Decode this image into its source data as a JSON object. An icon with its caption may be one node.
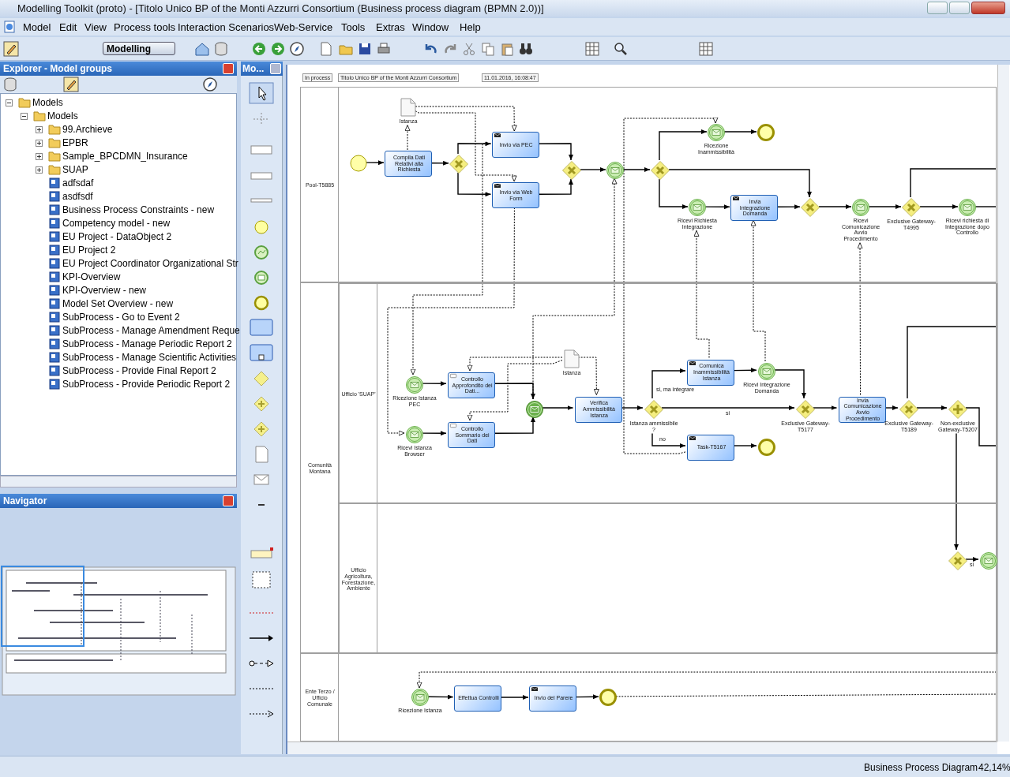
{
  "diagram": {
    "nodes": [
      {
        "text": [
          "Pool-T5885"
        ]
      },
      {
        "text": [
          "Comunità Montana"
        ]
      },
      {
        "text": [
          "Ufficio 'SUAP'"
        ],
        "in": 1
      },
      {
        "text": [
          "Ufficio Agricoltura, Forestazione, Ambiente"
        ],
        "in": 1
      },
      {
        "text": [
          "Ente Terzo / Ufficio Comunale"
        ]
      },
      {
        "text": [],
        "shape": "circle",
        "in": 0
      },
      {
        "text": [
          "Istanza"
        ],
        "in": 0
      },
      {
        "text": [
          "Compila Dati Relativi alla Richiesta"
        ],
        "in": 0
      },
      {
        "text": [],
        "shape": "diamond",
        "in": 0
      },
      {
        "text": [
          "Invio via PEC"
        ],
        "in": 0
      },
      {
        "text": [
          "Invio via Web Form"
        ],
        "in": 0
      },
      {
        "text": [],
        "shape": "diamond",
        "in": 0
      },
      {
        "text": [],
        "shape": "circle",
        "in": 0
      },
      {
        "text": [],
        "shape": "diamond",
        "in": 0
      },
      {
        "text": [
          "Ricezione Inammissibilità"
        ],
        "in": 0
      },
      {
        "text": [],
        "shape": "circle",
        "in": 0
      },
      {
        "text": [
          "Ricevi Richiesta Integrazione"
        ],
        "in": 0
      },
      {
        "text": [
          "Invia Integrazione Domanda"
        ],
        "in": 0
      },
      {
        "text": [],
        "shape": "diamond",
        "in": 0
      },
      {
        "text": [
          "Ricevi Comunicazione Avvio Procedimento"
        ],
        "in": 0
      },
      {
        "text": [
          "Exclusive Gateway-T4995"
        ],
        "in": 0
      },
      {
        "text": [
          "Ricevi richiesta di Integrazione dopo Controllo"
        ],
        "in": 0
      },
      {
        "text": [
          "Ricezione Istanza PEC"
        ],
        "in": 2
      },
      {
        "text": [
          "Ricevi Istanza Browser"
        ],
        "in": 2
      },
      {
        "text": [
          "Controllo Approfondito dei Dati..."
        ],
        "in": 2
      },
      {
        "text": [
          "Controllo Sommario dei Dati"
        ],
        "in": 2
      },
      {
        "text": [],
        "shape": "circle",
        "in": 2
      },
      {
        "text": [
          "Istanza"
        ],
        "in": 2
      },
      {
        "text": [
          "Verifica Ammissibilità Istanza"
        ],
        "in": 2
      },
      {
        "text": [
          "Istanza ammissibile ?"
        ],
        "in": 2
      },
      {
        "text": [
          "Comunica Inammissibilità Istanza"
        ],
        "in": 2
      },
      {
        "text": [
          "Ricevi Integrazione Domanda"
        ],
        "in": 2
      },
      {
        "text": [
          "Task-T5167"
        ],
        "in": 2
      },
      {
        "text": [],
        "shape": "circle",
        "in": 2
      },
      {
        "text": [
          "Exclusive Gateway-T5177"
        ],
        "in": 2
      },
      {
        "text": [
          "Invia Comunicazione Avvio Procedimento"
        ],
        "in": 2
      },
      {
        "text": [
          "Exclusive Gateway-T5189"
        ],
        "in": 2
      },
      {
        "text": [
          "Non-exclusive Gateway-T5207"
        ],
        "in": 2
      },
      {
        "text": [],
        "shape": "diamond",
        "in": 3
      },
      {
        "text": [],
        "shape": "circle",
        "in": 3
      },
      {
        "text": [
          "Ricezione Istanza"
        ],
        "in": 4
      },
      {
        "text": [
          "Effettua Controlli"
        ],
        "in": 4
      },
      {
        "text": [
          "Invio del Parere"
        ],
        "in": 4
      },
      {
        "text": [],
        "shape": "circle",
        "in": 4
      }
    ],
    "edges": [
      {
        "from": 5,
        "to": 7,
        "arrow": "to"
      },
      {
        "from": 7,
        "to": 8,
        "arrow": "to"
      },
      {
        "from": 8,
        "to": 9,
        "arrow": "to"
      },
      {
        "from": 8,
        "to": 10,
        "arrow": "to"
      },
      {
        "from": 9,
        "to": 11,
        "arrow": "to"
      },
      {
        "from": 10,
        "to": 11,
        "arrow": "to"
      },
      {
        "from": 11,
        "to": 12,
        "arrow": "to"
      },
      {
        "from": 12,
        "to": 13,
        "arrow": "to"
      },
      {
        "from": 13,
        "to": 14,
        "arrow": "to"
      },
      {
        "from": 14,
        "to": 15,
        "arrow": "to"
      },
      {
        "from": 13,
        "to": 18,
        "arrow": "to"
      },
      {
        "from": 13,
        "to": 16,
        "arrow": "to"
      },
      {
        "from": 16,
        "to": 17,
        "arrow": "to"
      },
      {
        "from": 17,
        "to": 18,
        "arrow": "to"
      },
      {
        "from": 18,
        "to": 19,
        "arrow": "to"
      },
      {
        "from": 19,
        "to": 20,
        "arrow": "to"
      },
      {
        "from": 20,
        "to": 21,
        "arrow": "to"
      },
      {
        "from": 20,
        "to": null,
        "arrow": "none"
      },
      {
        "from": 21,
        "to": null,
        "arrow": "none"
      },
      {
        "from": 22,
        "to": 24,
        "arrow": "to"
      },
      {
        "from": 23,
        "to": 25,
        "arrow": "to"
      },
      {
        "from": 24,
        "to": 26,
        "arrow": "to"
      },
      {
        "from": 25,
        "to": 26,
        "arrow": "to"
      },
      {
        "from": 26,
        "to": 28,
        "arrow": "to"
      },
      {
        "from": 28,
        "to": 29,
        "arrow": "to"
      },
      {
        "from": 29,
        "to": 30,
        "arrow": "to",
        "label": "si, ma integrare"
      },
      {
        "from": 29,
        "to": 34,
        "arrow": "to",
        "label": "si"
      },
      {
        "from": 29,
        "to": 32,
        "arrow": "to",
        "label": "no"
      },
      {
        "from": 30,
        "to": 31,
        "arrow": "to"
      },
      {
        "from": 31,
        "to": 34,
        "arrow": "to"
      },
      {
        "from": 32,
        "to": 33,
        "arrow": "to"
      },
      {
        "from": 34,
        "to": 35,
        "arrow": "to"
      },
      {
        "from": 35,
        "to": 36,
        "arrow": "to"
      },
      {
        "from": 36,
        "to": 37,
        "arrow": "to"
      },
      {
        "from": 36,
        "to": null,
        "arrow": "none"
      },
      {
        "from": 37,
        "to": null,
        "arrow": "none"
      },
      {
        "from": 37,
        "to": 38,
        "arrow": "to"
      },
      {
        "from": 38,
        "to": 39,
        "arrow": "to",
        "label": "si"
      },
      {
        "from": 40,
        "to": 41,
        "arrow": "to"
      },
      {
        "from": 41,
        "to": 42,
        "arrow": "to"
      },
      {
        "from": 42,
        "to": 43,
        "arrow": "to"
      },
      {
        "from": 7,
        "to": 6,
        "arrow": "to",
        "style": "dashed"
      },
      {
        "from": 6,
        "to": 9,
        "arrow": "to",
        "style": "dashed"
      },
      {
        "from": 6,
        "to": 10,
        "arrow": "to",
        "style": "dashed"
      },
      {
        "from": 9,
        "to": 22,
        "arrow": "to",
        "style": "dashed"
      },
      {
        "from": 10,
        "to": 23,
        "arrow": "to",
        "style": "dashed"
      },
      {
        "from": 26,
        "to": 12,
        "arrow": "to",
        "style": "dashed"
      },
      {
        "from": 30,
        "to": 16,
        "arrow": "to",
        "style": "dashed"
      },
      {
        "from": 32,
        "to": 14,
        "arrow": "to",
        "style": "dashed"
      },
      {
        "from": 31,
        "to": 17,
        "arrow": "to",
        "style": "dashed"
      },
      {
        "from": 35,
        "to": 19,
        "arrow": "to",
        "style": "dashed"
      },
      {
        "from": 27,
        "to": 24,
        "arrow": "to",
        "style": "dashed"
      },
      {
        "from": 27,
        "to": 25,
        "arrow": "to",
        "style": "dashed"
      },
      {
        "from": 27,
        "to": 28,
        "arrow": "to",
        "style": "dashed"
      },
      {
        "from": null,
        "to": 40,
        "arrow": "to",
        "style": "dashed"
      },
      {
        "from": 43,
        "to": null,
        "arrow": "none",
        "style": "dashed"
      }
    ],
    "labels": [
      "Modelling Toolkit (proto) - [Titolo Unico BP of the Monti Azzurri Consortium (Business process diagram (BPMN 2.0))]",
      "Model",
      "Edit",
      "View",
      "Process tools",
      "Interaction Scenarios",
      "Web-Service",
      "Tools",
      "Extras",
      "Window",
      "Help",
      "Modelling",
      "Explorer - Model groups",
      "Models",
      "Models",
      "99.Archieve",
      "EPBR",
      "Sample_BPCDMN_Insurance",
      "SUAP",
      "adfsdaf",
      "asdfsdf",
      "Business Process Constraints - new",
      "Competency model - new",
      "EU Project - DataObject 2",
      "EU Project 2",
      "EU Project Coordinator Organizational Str",
      "KPI-Overview",
      "KPI-Overview - new",
      "Model Set Overview - new",
      "SubProcess - Go to Event 2",
      "SubProcess - Manage Amendment Reque",
      "SubProcess - Manage Periodic Report 2",
      "SubProcess - Manage Scientific Activities",
      "SubProcess - Provide Final Report 2",
      "SubProcess - Provide Periodic Report 2",
      "Mo...",
      "Navigator",
      "In process",
      "Titolo Unico BP of the Monti Azzurri Consortium",
      "11.01.2016, 16:08:47",
      "Business Process Diagram",
      "42,14%"
    ]
  }
}
